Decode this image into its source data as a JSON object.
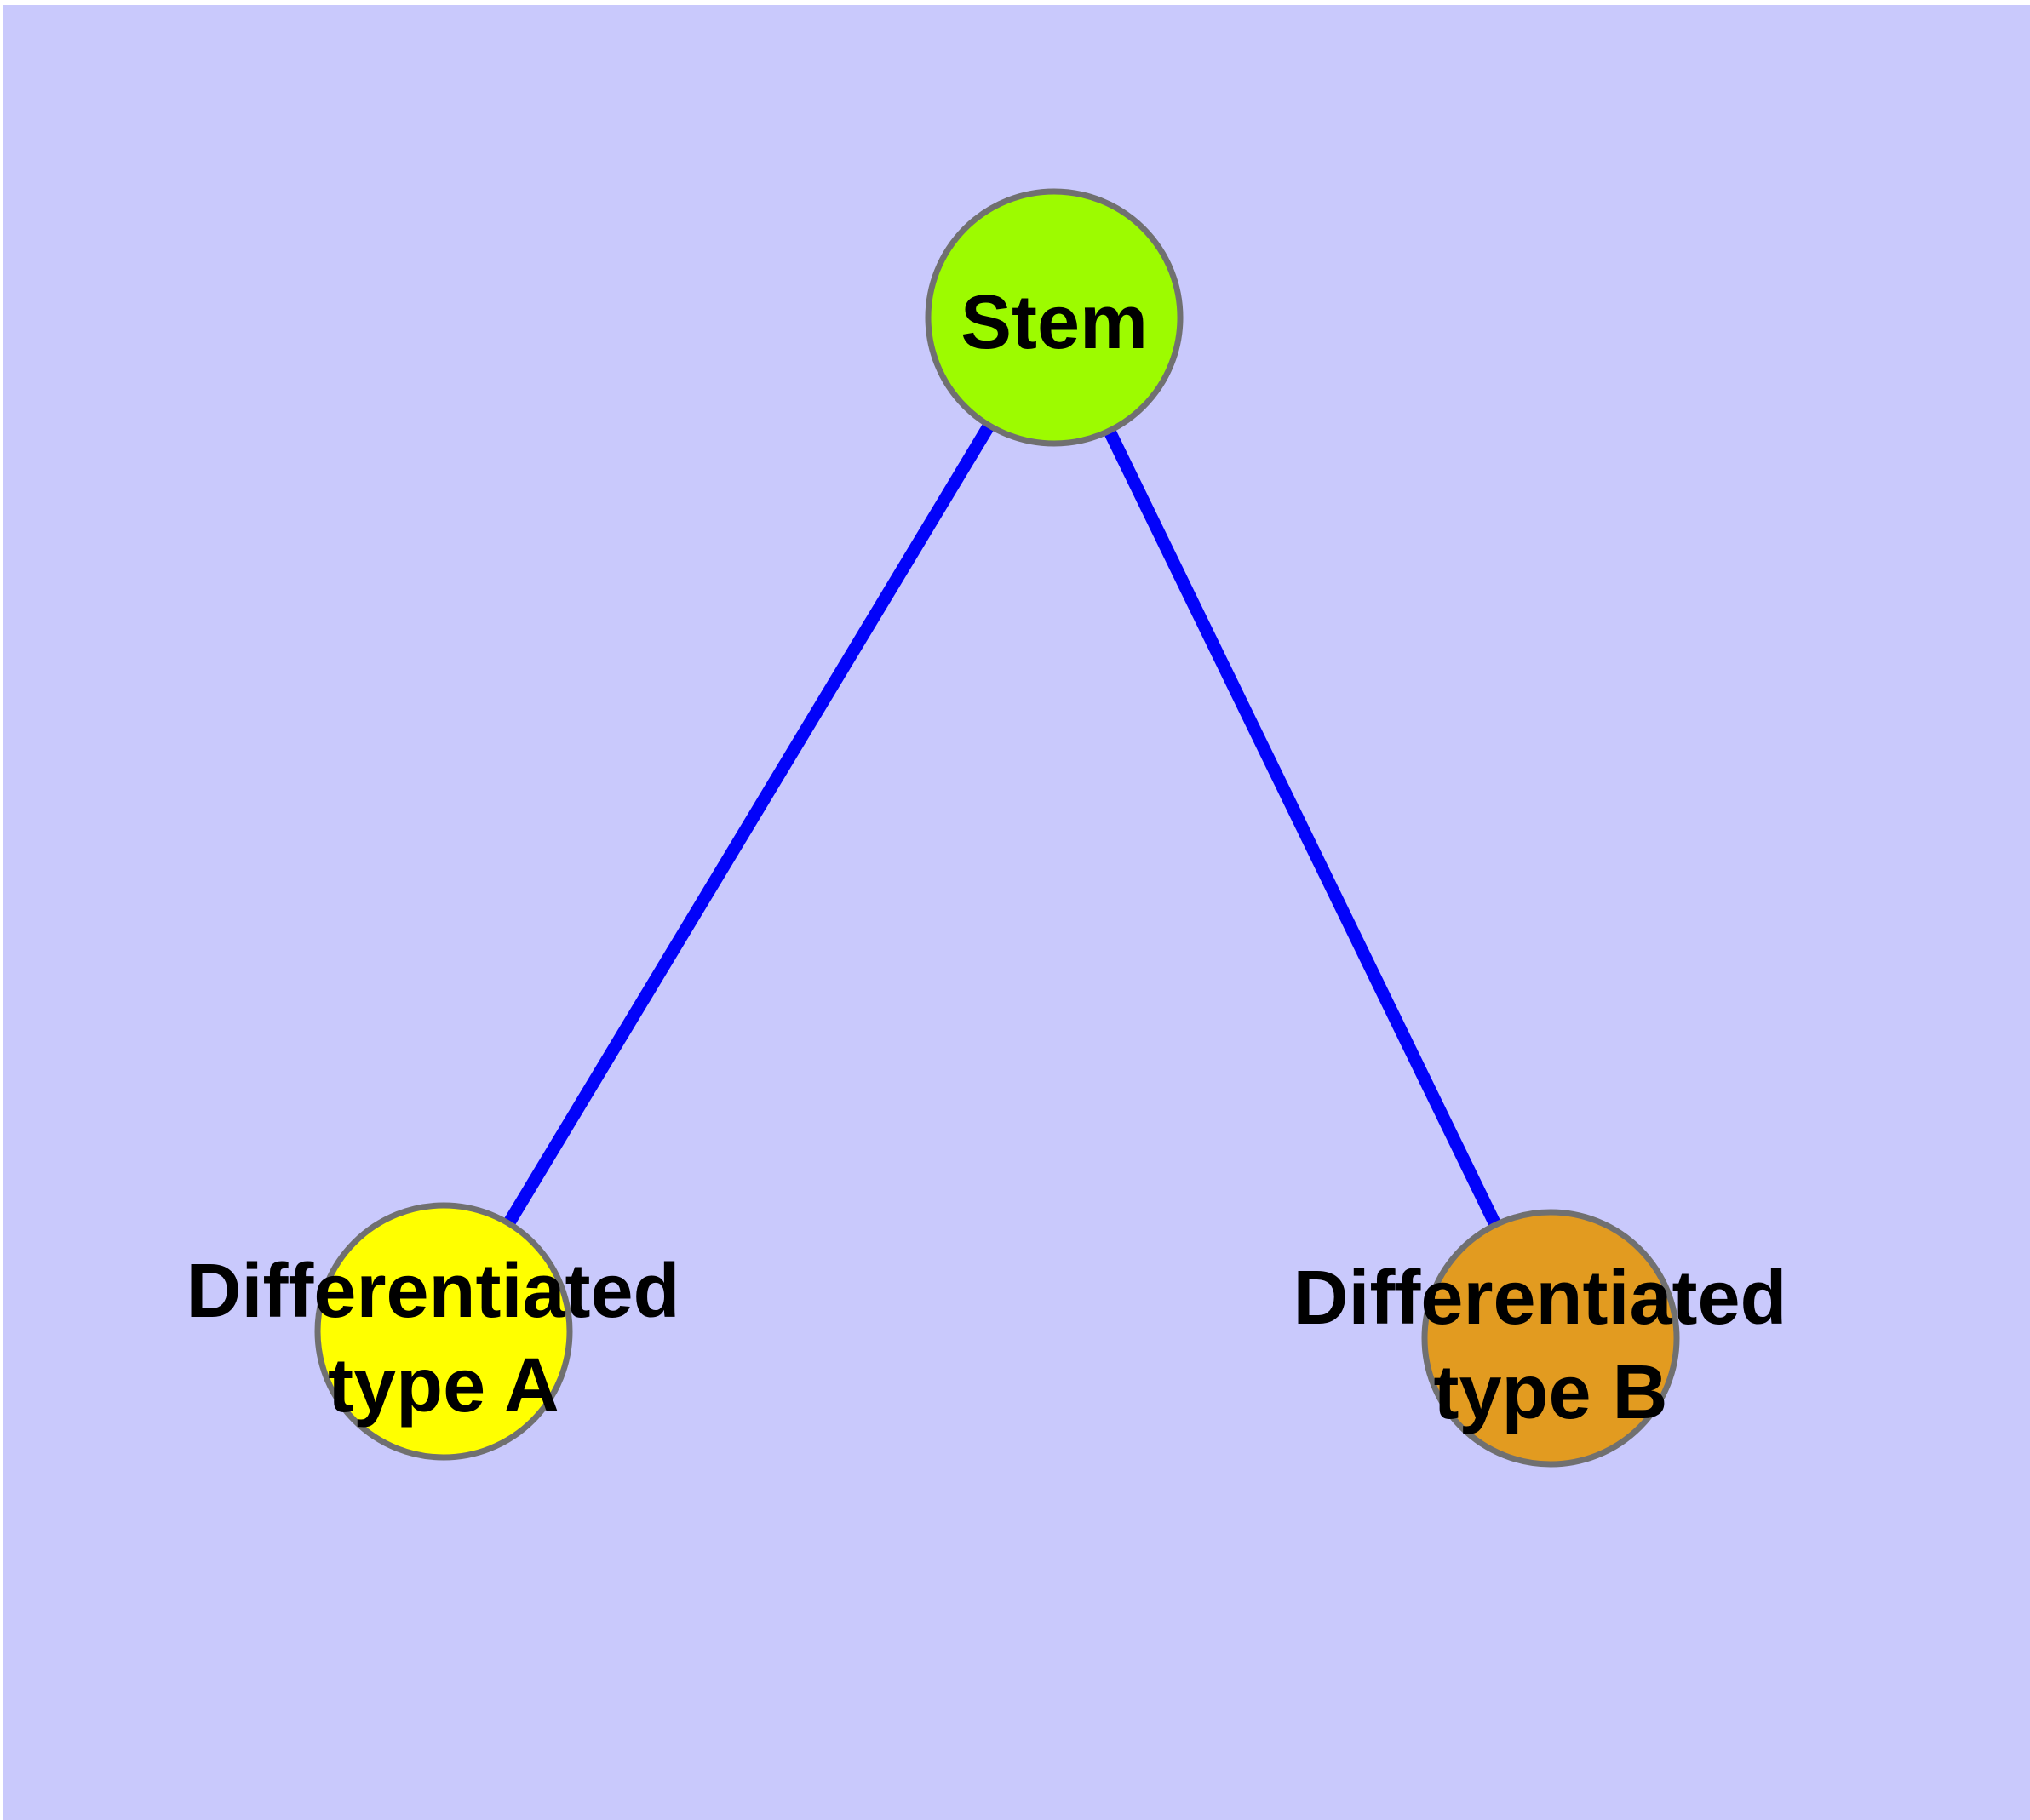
{
  "figure": {
    "background_color": "#C9C9FC",
    "margin_color": "#FFFFFF",
    "edge_color": "#0202FA",
    "node_border_color": "#707070",
    "label_color": "#000000"
  },
  "nodes": {
    "stem": {
      "label": "Stem",
      "lines": [
        "Stem"
      ],
      "fill": "#9DFB00"
    },
    "type_a": {
      "label": "Differentiated type A",
      "lines": [
        "Differentiated",
        "type A"
      ],
      "fill": "#FFFF00"
    },
    "type_b": {
      "label": "Differentiated type B",
      "lines": [
        "Differentiated",
        "type B"
      ],
      "fill": "#E29B20"
    }
  },
  "edges": [
    {
      "from": "Stem",
      "to": "Differentiated type A"
    },
    {
      "from": "Stem",
      "to": "Differentiated type B"
    }
  ]
}
